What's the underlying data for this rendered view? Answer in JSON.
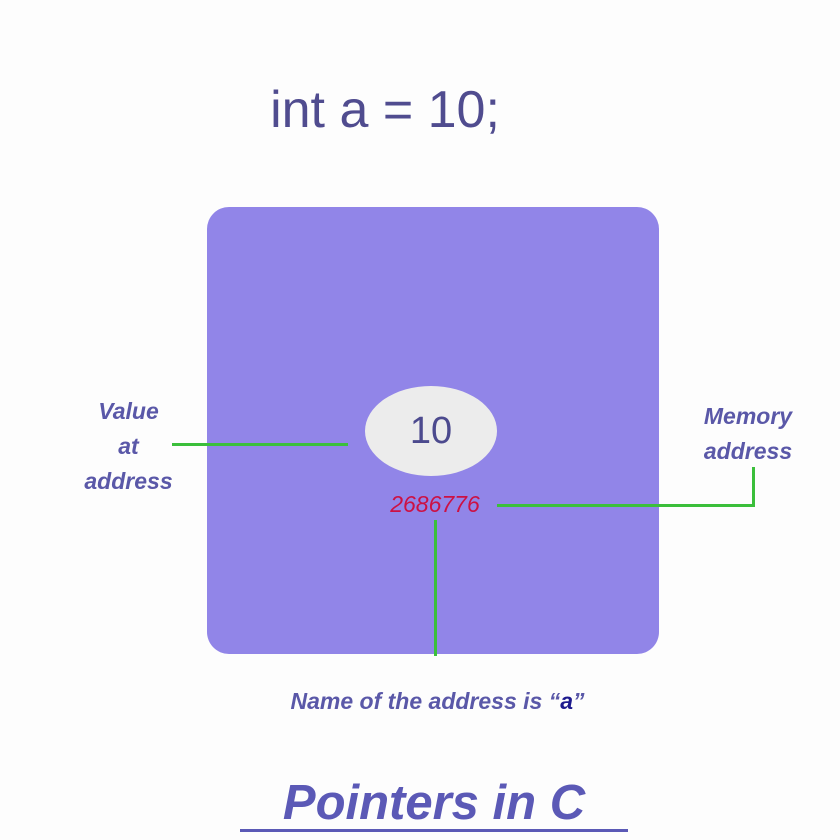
{
  "code": {
    "declaration": "int a = 10;"
  },
  "memory_cell": {
    "value": "10",
    "address": "2686776"
  },
  "callouts": {
    "value_label": [
      "Value",
      "at",
      "address"
    ],
    "memory_label": [
      "Memory",
      "address"
    ],
    "name_prefix": "Name of the address is “",
    "name_variable": "a",
    "name_suffix": "”"
  },
  "footer": {
    "title": "Pointers in C"
  },
  "colors": {
    "memory_box": "#9185e8",
    "value_ellipse": "#ececec",
    "connector": "#3bbf3b",
    "address_text": "#cc1144",
    "callout_text": "#5a58a8",
    "code_text": "#504c8f",
    "footer_text": "#5b59b6"
  }
}
